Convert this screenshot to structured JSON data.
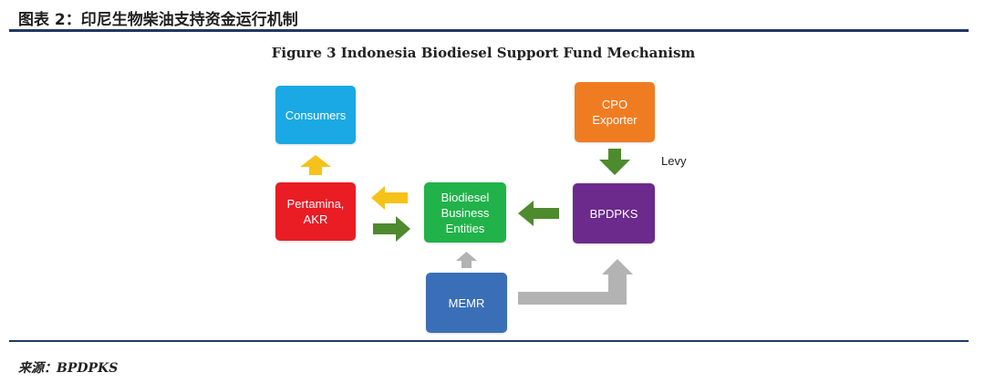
{
  "header": {
    "title": "图表 2：印尼生物柴油支持资金运行机制"
  },
  "figure": {
    "title": "Figure 3 Indonesia Biodiesel Support Fund Mechanism"
  },
  "nodes": {
    "consumers": "Consumers",
    "pertamina": "Pertamina,\nAKR",
    "biodiesel": "Biodiesel\nBusiness\nEntities",
    "cpo": "CPO\nExporter",
    "bpdpks": "BPDPKS",
    "memr": "MEMR"
  },
  "labels": {
    "levy": "Levy"
  },
  "colors": {
    "consumers": "#1aa9e4",
    "pertamina": "#ea1c24",
    "biodiesel": "#21b24a",
    "cpo": "#f07c22",
    "bpdpks": "#6b2a8c",
    "memr": "#3a6fb7",
    "arrow_yellow": "#f6c21a",
    "arrow_green": "#4e8a2e",
    "arrow_gray": "#b3b3b3",
    "rule": "#1f3864"
  },
  "footer": {
    "source": "来源：BPDPKS"
  }
}
